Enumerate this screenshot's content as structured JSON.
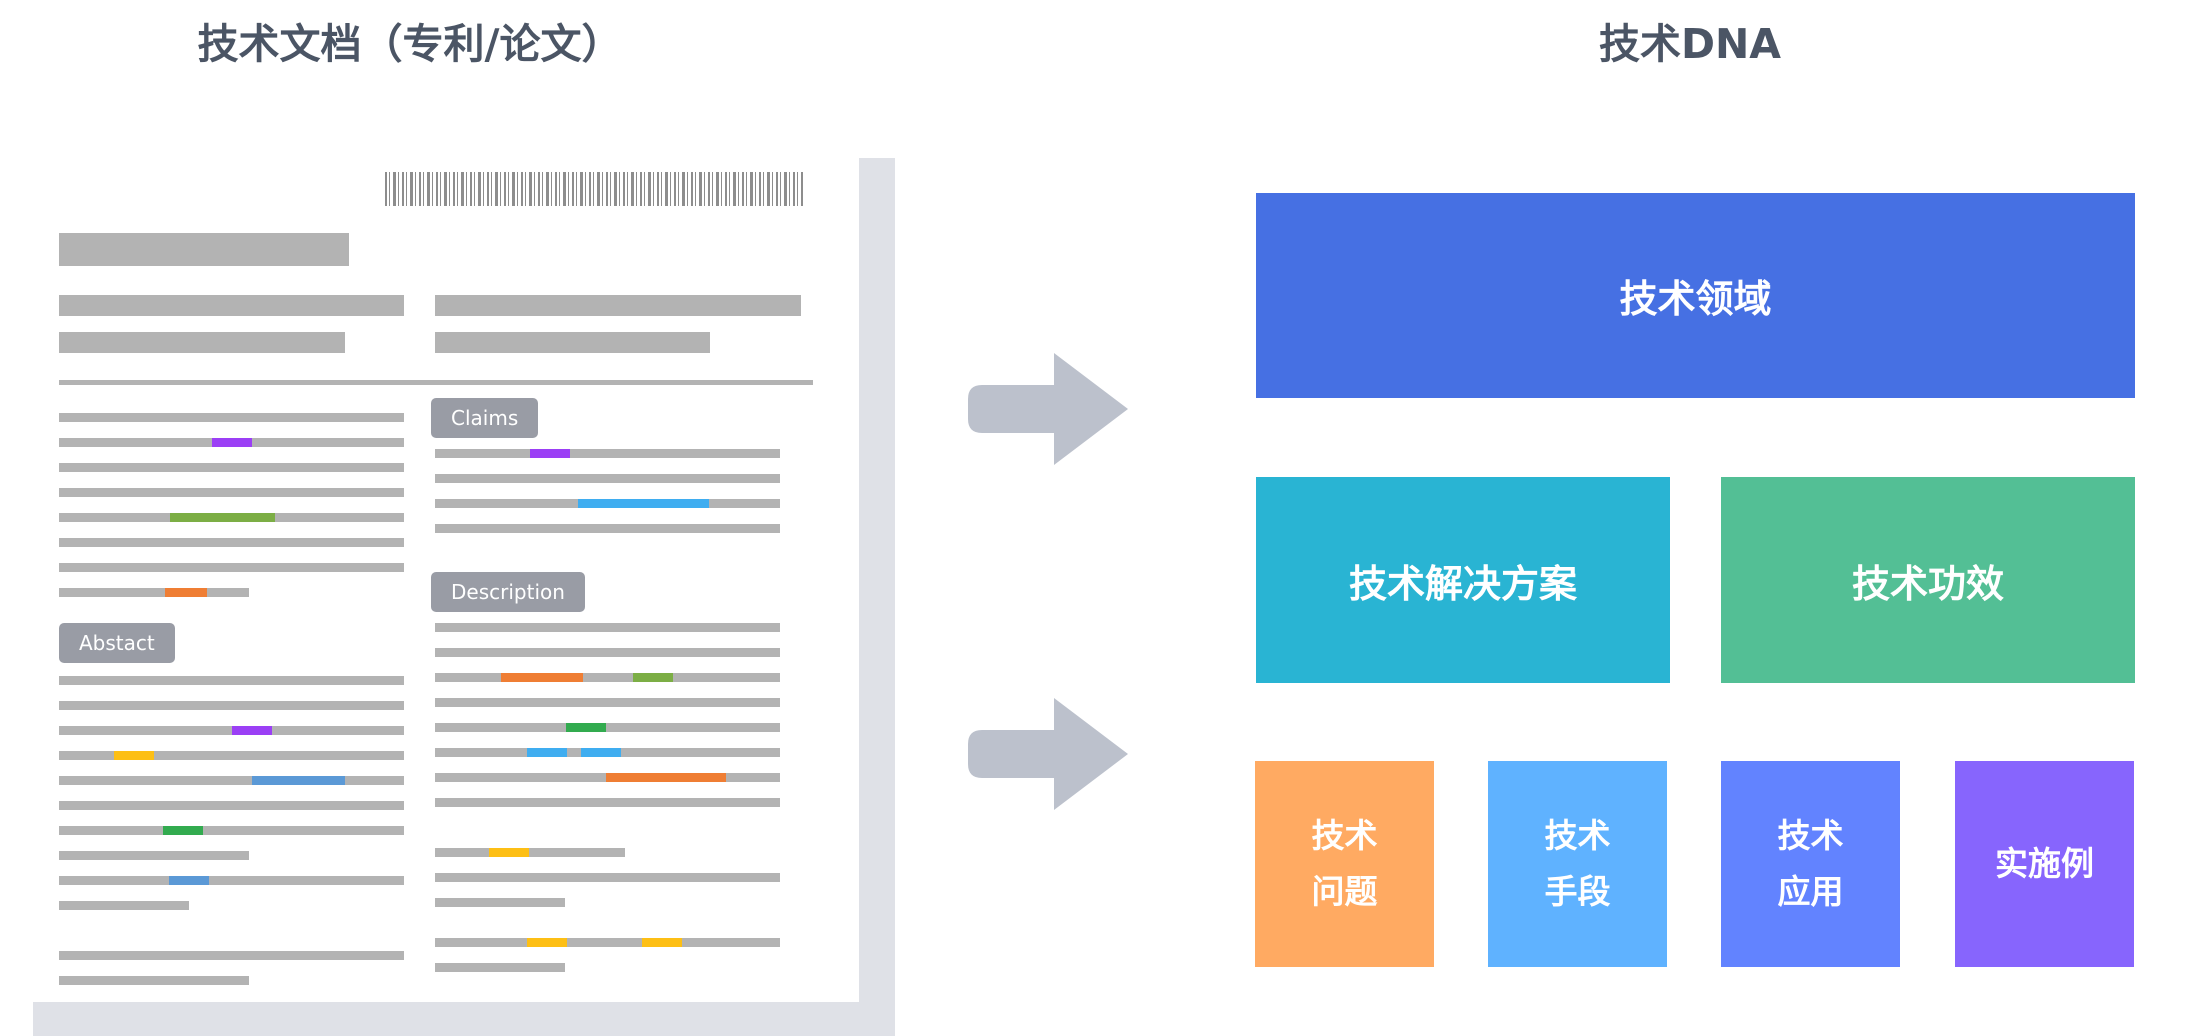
{
  "left_title": "技术文档（专利/论文）",
  "right_title": "技术DNA",
  "document": {
    "tags": {
      "claims": "Claims",
      "description": "Description",
      "abstract": "Abstact"
    }
  },
  "dna": {
    "field": "技术领域",
    "solution": "技术解决方案",
    "effect": "技术功效",
    "problem_line1": "技术",
    "problem_line2": "问题",
    "means_line1": "技术",
    "means_line2": "手段",
    "application_line1": "技术",
    "application_line2": "应用",
    "embodiment": "实施例"
  },
  "colors": {
    "field": "#4670e3",
    "solution": "#29b4d3",
    "effect": "#53bf95",
    "problem": "#ffaa62",
    "means": "#5fb2ff",
    "application": "#6283ff",
    "embodiment": "#8765fd",
    "arrow": "#bcc1cc",
    "purple": "#9b3ff5",
    "green": "#7cae45",
    "orange": "#ef7e34",
    "yellow": "#fdbf15",
    "blue": "#3fadf0",
    "steel": "#5b99d6",
    "emerald": "#32ab4f"
  }
}
